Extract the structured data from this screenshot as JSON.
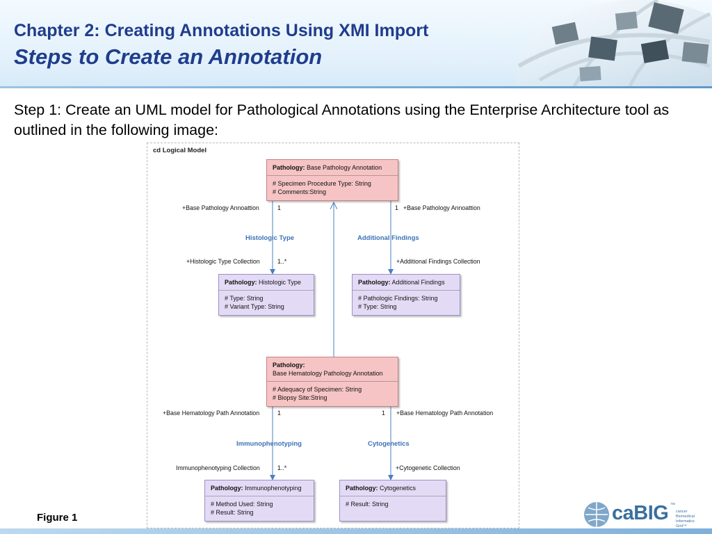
{
  "header": {
    "chapter": "Chapter 2: Creating Annotations Using XMI Import",
    "title": "Steps to Create an Annotation"
  },
  "body": {
    "step1": "Step 1: Create an UML model for Pathological Annotations using the Enterprise Architecture tool as outlined in the following image:"
  },
  "diagram": {
    "label": "cd Logical Model",
    "classes": {
      "base": {
        "stereo": "Pathology:",
        "name": "Base Pathology Annotation",
        "attrs": [
          "# Specimen Procedure Type: String",
          "# Comments:String"
        ]
      },
      "histologic": {
        "stereo": "Pathology:",
        "name": "Histologic Type",
        "attrs": [
          "# Type: String",
          "# Variant Type: String"
        ]
      },
      "additional": {
        "stereo": "Pathology:",
        "name": "Additional Findings",
        "attrs": [
          "# Pathologic Findings: String",
          "# Type: String"
        ]
      },
      "hematology": {
        "stereo": "Pathology:",
        "name": "Base Hematology Pathology Annotation",
        "attrs": [
          "# Adequacy of Specimen: String",
          "# Biopsy Site:String"
        ]
      },
      "immuno": {
        "stereo": "Pathology:",
        "name": "Immunophenotyping",
        "attrs": [
          "# Method Used: String",
          "# Result: String"
        ]
      },
      "cyto": {
        "stereo": "Pathology:",
        "name": "Cytogenetics",
        "attrs": [
          "# Result: String"
        ]
      }
    },
    "associations": {
      "histologic": "Histologic Type",
      "additional": "Additional Findings",
      "immuno": "Immunophenotyping",
      "cyto": "Cytogenetics"
    },
    "roles": {
      "base_left": "+Base Pathology Annoattion",
      "base_right": "+Base Pathology Annoattion",
      "histologic_coll": "+Histologic Type Collection",
      "additional_coll": "+Additional Findings Collection",
      "hema_left": "+Base Hematology Path Annotation",
      "hema_right": "+Base Hematology Path Annotation",
      "immuno_coll": "Immunophenotyping Collection",
      "cyto_coll": "+Cytogenetic Collection"
    },
    "multiplicities": {
      "one": "1",
      "many": "1..*"
    }
  },
  "figure_caption": "Figure 1",
  "logo": {
    "name": "caBIG",
    "tm": "™",
    "subtitle": "cancer Biomedical Informatics Grid™"
  }
}
